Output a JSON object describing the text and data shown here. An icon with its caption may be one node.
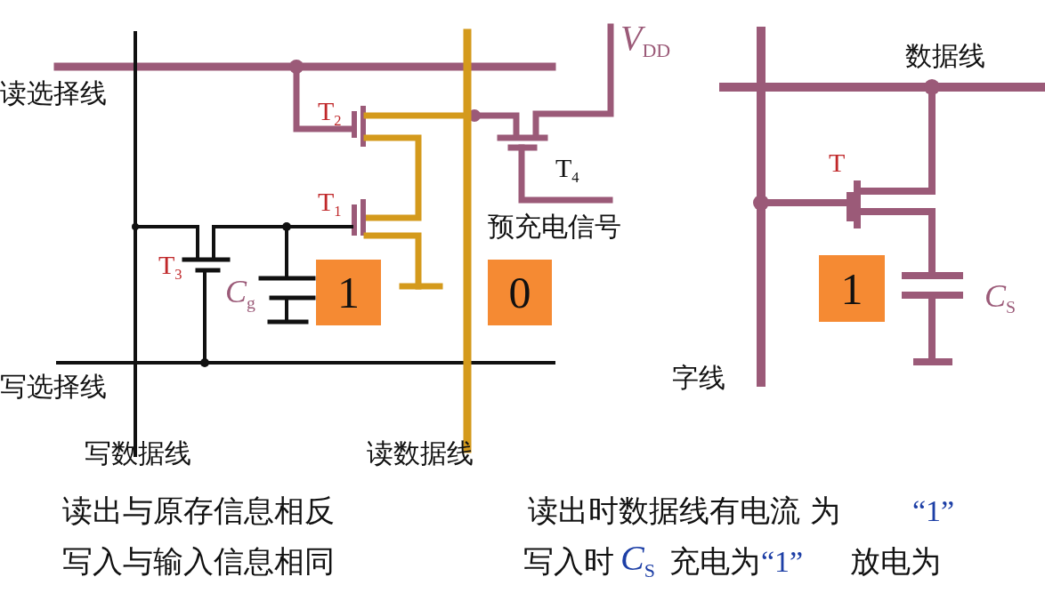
{
  "diagram": {
    "nodes": [
      {
        "text": [
          "1"
        ]
      },
      {
        "text": [
          "0"
        ]
      },
      {
        "text": [
          "1"
        ]
      }
    ],
    "labels": [
      "读选择线",
      "V$_{DD}$",
      "T$_{2}$",
      "T$_{4}$",
      "T$_{1}$",
      "预充电信号",
      "数据线",
      "T",
      "T$_{3}$",
      "C$_{g}$",
      "C$_{S}$",
      "写选择线",
      "字线",
      "写数据线",
      "读数据线",
      "读出与原存信息相反",
      "读出时数据线有电流 为",
      "“1”",
      "写入与输入信息相同",
      "写入时",
      "C$_{S}$",
      "充电为",
      "“1”",
      "放电为"
    ]
  }
}
